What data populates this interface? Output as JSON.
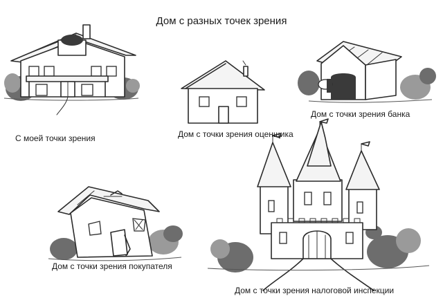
{
  "title": "Дом с разных точек зрения",
  "captions": {
    "mine": "С моей точки зрения",
    "appraiser": "Дом с точки зрения оценщика",
    "bank": "Дом с точки зрения банка",
    "buyer": "Дом с точки зрения покупателя",
    "tax": "Дом с точки зрения налоговой инспекции"
  }
}
